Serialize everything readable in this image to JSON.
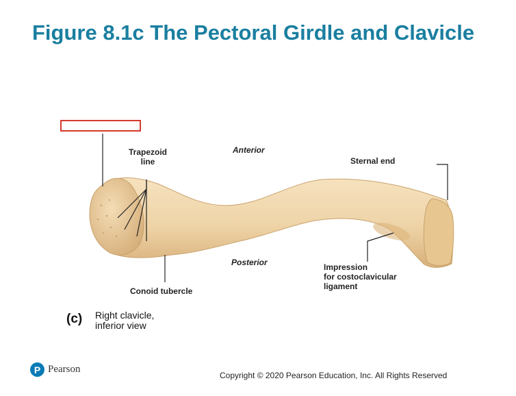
{
  "title": "Figure 8.1c The Pectoral Girdle and Clavicle",
  "labels": {
    "trapezoid_line": [
      "Trapezoid",
      "line"
    ],
    "anterior": "Anterior",
    "sternal_end": "Sternal end",
    "posterior": "Posterior",
    "conoid_tubercle": "Conoid tubercle",
    "impression": [
      "Impression",
      "for costoclavicular",
      "ligament"
    ]
  },
  "panel": {
    "letter": "(c)",
    "caption": [
      "Right clavicle,",
      "inferior view"
    ]
  },
  "colors": {
    "title": "#1a7fa0",
    "bone": "#eed3a6",
    "bone_shadow": "#d9b27a",
    "blank_box": "#d33a2c",
    "logo": "#0a7bb6"
  },
  "footer": {
    "logo_mark": "P",
    "logo_text": "Pearson",
    "copyright": "Copyright © 2020 Pearson Education, Inc. All Rights Reserved"
  }
}
